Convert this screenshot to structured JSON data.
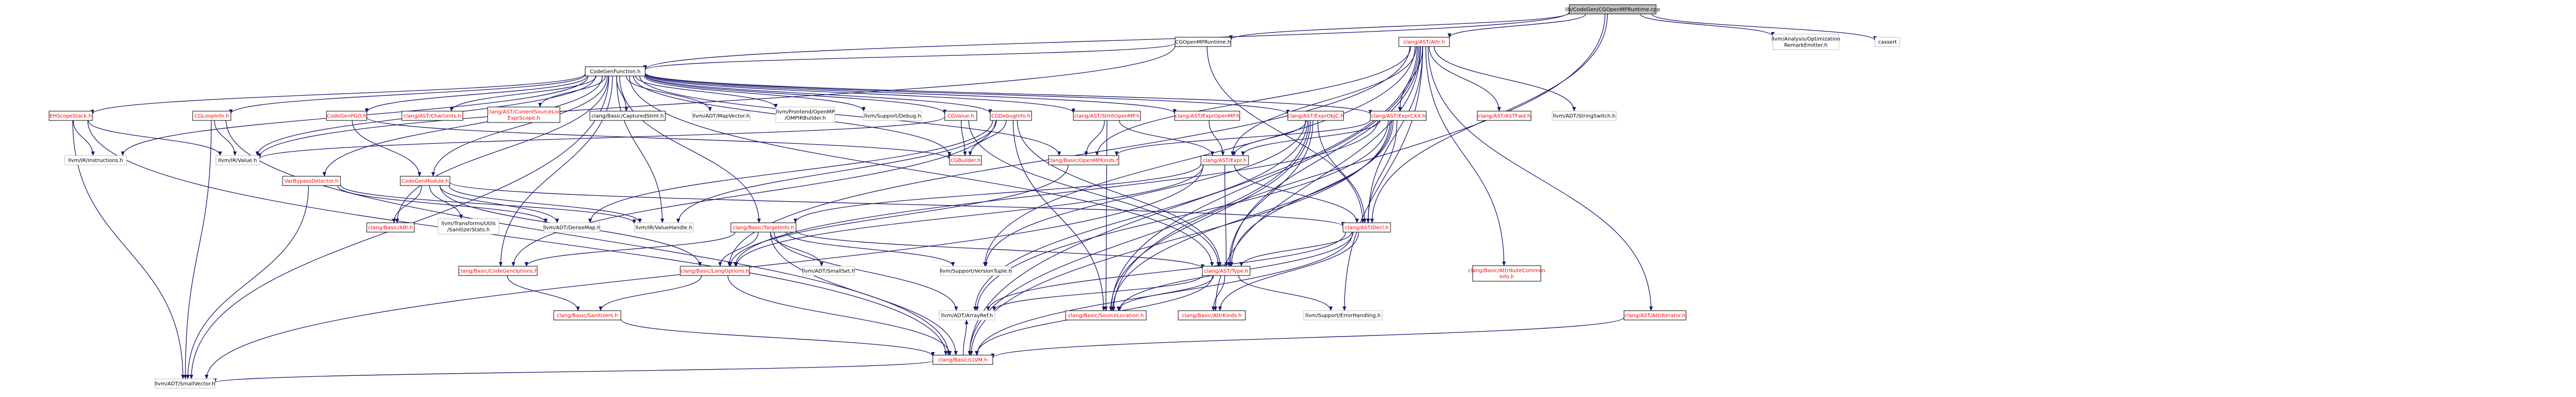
{
  "colors": {
    "edge": "#191970",
    "box_border_default": "#bfbfbf",
    "box_border_linked": "#000000",
    "root_fill": "#bfbfbf",
    "text_default": "#000000",
    "text_red": "#ff0000"
  },
  "nodes": {
    "root": {
      "text": [
        "lib/CodeGen/CGOpenMPRuntime.cpp"
      ]
    },
    "cgopenmp_runtime_h": {
      "text": [
        "CGOpenMPRuntime.h"
      ]
    },
    "attr_h": {
      "text": [
        "clang/AST/Attr.h"
      ]
    },
    "remark_emitter": {
      "text": [
        "llvm/Analysis/Optimization",
        "RemarkEmitter.h"
      ]
    },
    "cassert": {
      "text": [
        "cassert"
      ]
    },
    "codegen_function": {
      "text": [
        "CodeGenFunction.h"
      ]
    },
    "ehscopestack": {
      "text": [
        "EHScopeStack.h"
      ]
    },
    "cgloopinfo": {
      "text": [
        "CGLoopInfo.h"
      ]
    },
    "codegenpgo": {
      "text": [
        "CodeGenPGO.h"
      ]
    },
    "charunits": {
      "text": [
        "clang/AST/CharUnits.h"
      ]
    },
    "currentsourceloc": {
      "text": [
        "clang/AST/CurrentSourceLoc",
        "ExprScope.h"
      ]
    },
    "capturedstmt": {
      "text": [
        "clang/Basic/CapturedStmt.h"
      ]
    },
    "mapvector": {
      "text": [
        "llvm/ADT/MapVector.h"
      ]
    },
    "ompirbuilder": {
      "text": [
        "llvm/Frontend/OpenMP",
        "/OMPIRBuilder.h"
      ]
    },
    "debug": {
      "text": [
        "llvm/Support/Debug.h"
      ]
    },
    "cgvalue": {
      "text": [
        "CGValue.h"
      ]
    },
    "cgdebuginfo": {
      "text": [
        "CGDebugInfo.h"
      ]
    },
    "stmtopenmp": {
      "text": [
        "clang/AST/StmtOpenMP.h"
      ]
    },
    "expropenmp": {
      "text": [
        "clang/AST/ExprOpenMP.h"
      ]
    },
    "exprobjc": {
      "text": [
        "clang/AST/ExprObjC.h"
      ]
    },
    "exprcxx": {
      "text": [
        "clang/AST/ExprCXX.h"
      ]
    },
    "astfwd": {
      "text": [
        "clang/AST/ASTFwd.h"
      ]
    },
    "stringswitch": {
      "text": [
        "llvm/ADT/StringSwitch.h"
      ]
    },
    "varbypassdetector": {
      "text": [
        "VarBypassDetector.h"
      ]
    },
    "codegenmodule": {
      "text": [
        "CodeGenModule.h"
      ]
    },
    "cgbuilder": {
      "text": [
        "CGBuilder.h"
      ]
    },
    "openmpkinds": {
      "text": [
        "clang/Basic/OpenMPKinds.h"
      ]
    },
    "expr_h": {
      "text": [
        "clang/AST/Expr.h"
      ]
    },
    "instructions": {
      "text": [
        "llvm/IR/Instructions.h"
      ]
    },
    "ir_value": {
      "text": [
        "llvm/IR/Value.h"
      ]
    },
    "basic_abi": {
      "text": [
        "clang/Basic/ABI.h"
      ]
    },
    "sanitizerstats": {
      "text": [
        "llvm/Transforms/Utils",
        "/SanitizerStats.h"
      ]
    },
    "densemap": {
      "text": [
        "llvm/ADT/DenseMap.h"
      ]
    },
    "valuehandle": {
      "text": [
        "llvm/IR/ValueHandle.h"
      ]
    },
    "targetinfo": {
      "text": [
        "clang/Basic/TargetInfo.h"
      ]
    },
    "decl_h": {
      "text": [
        "clang/AST/Decl.h"
      ]
    },
    "attributecommoninfo": {
      "text": [
        "clang/Basic/AttributeCommon",
        "Info.h"
      ]
    },
    "codegenoptions": {
      "text": [
        "clang/Basic/CodeGenOptions.h"
      ]
    },
    "langoptions": {
      "text": [
        "clang/Basic/LangOptions.h"
      ]
    },
    "smallset": {
      "text": [
        "llvm/ADT/SmallSet.h"
      ]
    },
    "versiontuple": {
      "text": [
        "llvm/Support/VersionTuple.h"
      ]
    },
    "type_h": {
      "text": [
        "clang/AST/Type.h"
      ]
    },
    "sanitizers": {
      "text": [
        "clang/Basic/Sanitizers.h"
      ]
    },
    "arrayref": {
      "text": [
        "llvm/ADT/ArrayRef.h"
      ]
    },
    "sourcelocation": {
      "text": [
        "clang/Basic/SourceLocation.h"
      ]
    },
    "attrkinds": {
      "text": [
        "clang/Basic/AttrKinds.h"
      ]
    },
    "errorhandling": {
      "text": [
        "llvm/Support/ErrorHandling.h"
      ]
    },
    "attriterator": {
      "text": [
        "clang/AST/AttrIterator.h"
      ]
    },
    "basic_llvm": {
      "text": [
        "clang/Basic/LLVM.h"
      ]
    },
    "smallvector": {
      "text": [
        "llvm/ADT/SmallVector.h"
      ]
    }
  }
}
